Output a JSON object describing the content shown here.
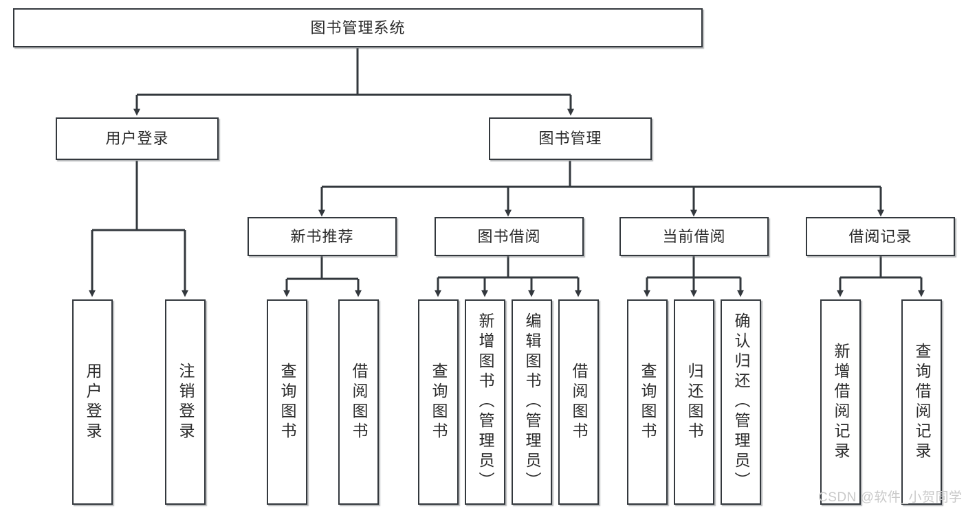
{
  "diagram": {
    "title_node": {
      "label": "图书管理系统"
    },
    "level2": [
      {
        "id": "user-login",
        "label": "用户登录"
      },
      {
        "id": "book-management",
        "label": "图书管理"
      }
    ],
    "level3": [
      {
        "id": "new-book-recommend",
        "label": "新书推荐"
      },
      {
        "id": "book-borrow",
        "label": "图书借阅"
      },
      {
        "id": "current-borrow",
        "label": "当前借阅"
      },
      {
        "id": "borrow-record",
        "label": "借阅记录"
      }
    ],
    "leaves": [
      {
        "id": "leaf-user-login",
        "label": "用户登录",
        "parent": "user-login"
      },
      {
        "id": "leaf-logout-login",
        "label": "注销登录",
        "parent": "user-login"
      },
      {
        "id": "leaf-query-book-1",
        "label": "查询图书",
        "parent": "new-book-recommend"
      },
      {
        "id": "leaf-borrow-book-1",
        "label": "借阅图书",
        "parent": "new-book-recommend"
      },
      {
        "id": "leaf-query-book-2",
        "label": "查询图书",
        "parent": "book-borrow"
      },
      {
        "id": "leaf-add-book",
        "label": "新增图书（管理员）",
        "parent": "book-borrow"
      },
      {
        "id": "leaf-edit-book",
        "label": "编辑图书（管理员）",
        "parent": "book-borrow"
      },
      {
        "id": "leaf-borrow-book-2",
        "label": "借阅图书",
        "parent": "book-borrow"
      },
      {
        "id": "leaf-query-book-3",
        "label": "查询图书",
        "parent": "current-borrow"
      },
      {
        "id": "leaf-return-book",
        "label": "归还图书",
        "parent": "current-borrow"
      },
      {
        "id": "leaf-confirm-return",
        "label": "确认归还（管理员）",
        "parent": "current-borrow"
      },
      {
        "id": "leaf-add-record",
        "label": "新增借阅记录",
        "parent": "borrow-record"
      },
      {
        "id": "leaf-query-record",
        "label": "查询借阅记录",
        "parent": "borrow-record"
      }
    ]
  },
  "watermark": {
    "text": "CSDN @软件_小贺同学"
  }
}
